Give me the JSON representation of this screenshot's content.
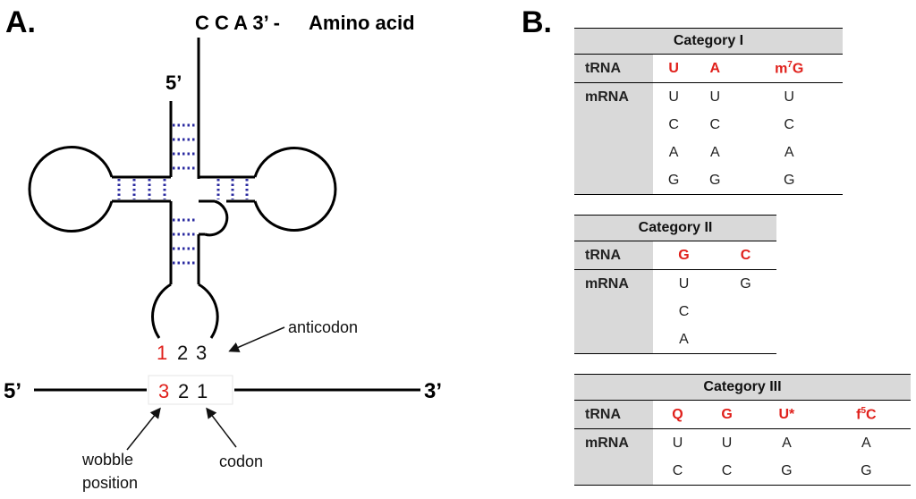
{
  "panel_a": {
    "label": "A.",
    "top_seq": "C C A 3’ -",
    "amino_acid": "Amino acid",
    "five_prime_trna": "5’",
    "anticodon_digits": [
      "1",
      "2",
      "3"
    ],
    "codon_digits": [
      "3",
      "2",
      "1"
    ],
    "mrna_5": "5’",
    "mrna_3": "3’",
    "anticodon_label": "anticodon",
    "wobble_label_line1": "wobble",
    "wobble_label_line2": "position",
    "codon_label": "codon"
  },
  "panel_b": {
    "label": "B.",
    "tables": [
      {
        "title": "Category I",
        "trna_label": "tRNA",
        "mrna_label": "mRNA",
        "trna": [
          "U",
          "A",
          "m7G"
        ],
        "mrna": [
          [
            "U",
            "U",
            "U"
          ],
          [
            "C",
            "C",
            "C"
          ],
          [
            "A",
            "A",
            "A"
          ],
          [
            "G",
            "G",
            "G"
          ]
        ]
      },
      {
        "title": "Category II",
        "trna_label": "tRNA",
        "mrna_label": "mRNA",
        "trna": [
          "G",
          "C"
        ],
        "mrna": [
          [
            "U",
            "G"
          ],
          [
            "C",
            ""
          ],
          [
            "A",
            ""
          ]
        ]
      },
      {
        "title": "Category III",
        "trna_label": "tRNA",
        "mrna_label": "mRNA",
        "trna": [
          "Q",
          "G",
          "U*",
          "f5C"
        ],
        "mrna": [
          [
            "U",
            "U",
            "A",
            "A"
          ],
          [
            "C",
            "C",
            "G",
            "G"
          ]
        ]
      }
    ]
  },
  "colors": {
    "highlight": "#e0201b",
    "header_bg": "#d9d9d9",
    "pair_dots": "#2b2ba0"
  }
}
